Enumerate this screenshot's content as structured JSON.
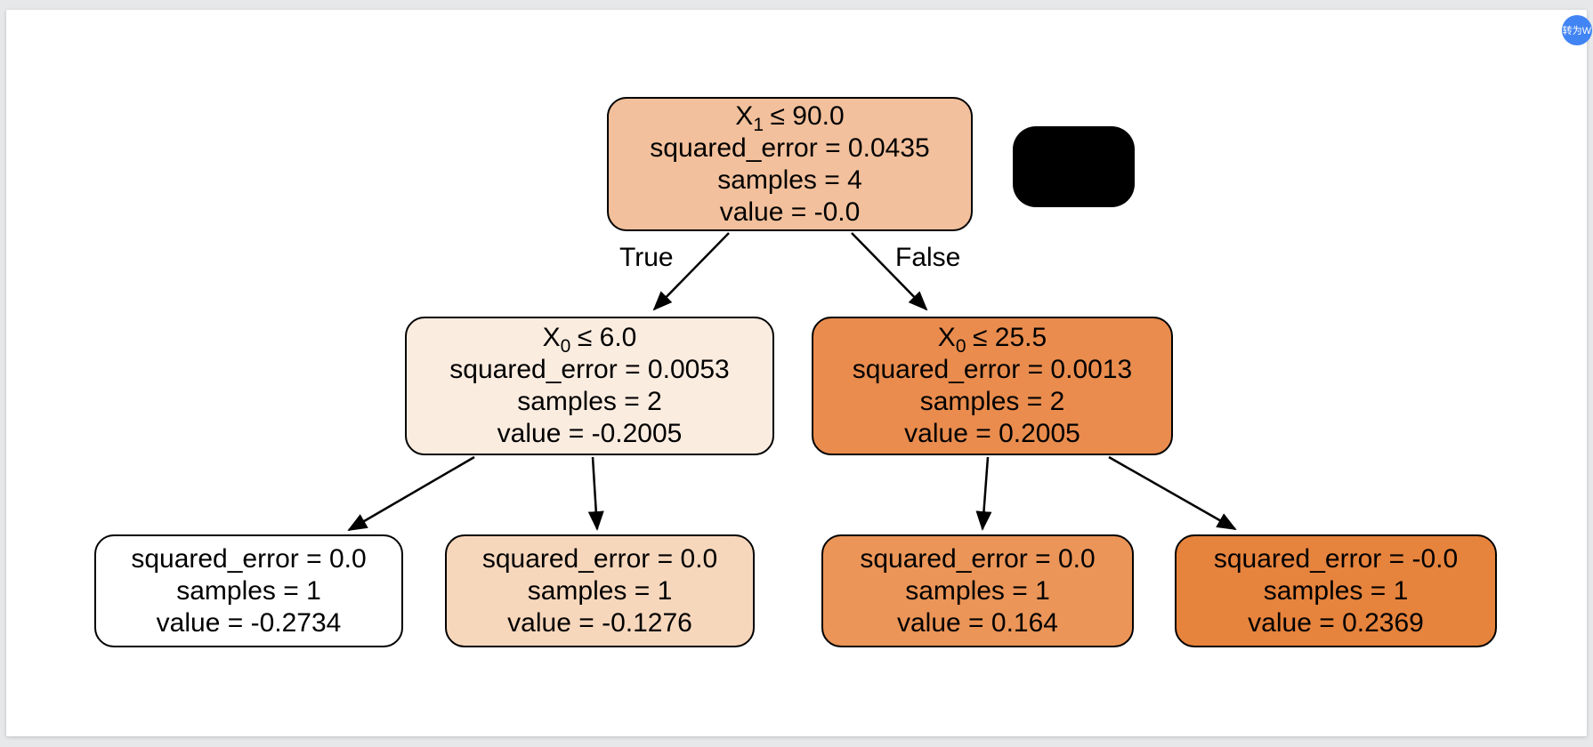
{
  "page": {
    "background_color": "#e7e8ea",
    "canvas_color": "#ffffff"
  },
  "badge": {
    "label": "转为W",
    "color": "#4184f3"
  },
  "tree": {
    "type": "decision-tree-regression",
    "edge_labels": {
      "true_label": "True",
      "false_label": "False"
    },
    "black_box": {
      "fill": "#000000"
    },
    "nodes": [
      {
        "id": "root",
        "condition": {
          "feature": "X",
          "subscript": "1",
          "comparison": "≤ 90.0"
        },
        "error_line": "squared_error = 0.0435",
        "samples_line": "samples = 4",
        "value_line": "value = -0.0",
        "fill": "#f2c09c"
      },
      {
        "id": "internal-left",
        "condition": {
          "feature": "X",
          "subscript": "0",
          "comparison": "≤ 6.0"
        },
        "error_line": "squared_error = 0.0053",
        "samples_line": "samples = 2",
        "value_line": "value = -0.2005",
        "fill": "#fbece0"
      },
      {
        "id": "internal-right",
        "condition": {
          "feature": "X",
          "subscript": "0",
          "comparison": "≤ 25.5"
        },
        "error_line": "squared_error = 0.0013",
        "samples_line": "samples = 2",
        "value_line": "value = 0.2005",
        "fill": "#e98c4e"
      },
      {
        "id": "leaf-1",
        "error_line": "squared_error = 0.0",
        "samples_line": "samples = 1",
        "value_line": "value = -0.2734",
        "fill": "#ffffff"
      },
      {
        "id": "leaf-2",
        "error_line": "squared_error = 0.0",
        "samples_line": "samples = 1",
        "value_line": "value = -0.1276",
        "fill": "#f7d7bc"
      },
      {
        "id": "leaf-3",
        "error_line": "squared_error = 0.0",
        "samples_line": "samples = 1",
        "value_line": "value = 0.164",
        "fill": "#eb9558"
      },
      {
        "id": "leaf-4",
        "error_line": "squared_error = -0.0",
        "samples_line": "samples = 1",
        "value_line": "value = 0.2369",
        "fill": "#e6833d"
      }
    ]
  }
}
